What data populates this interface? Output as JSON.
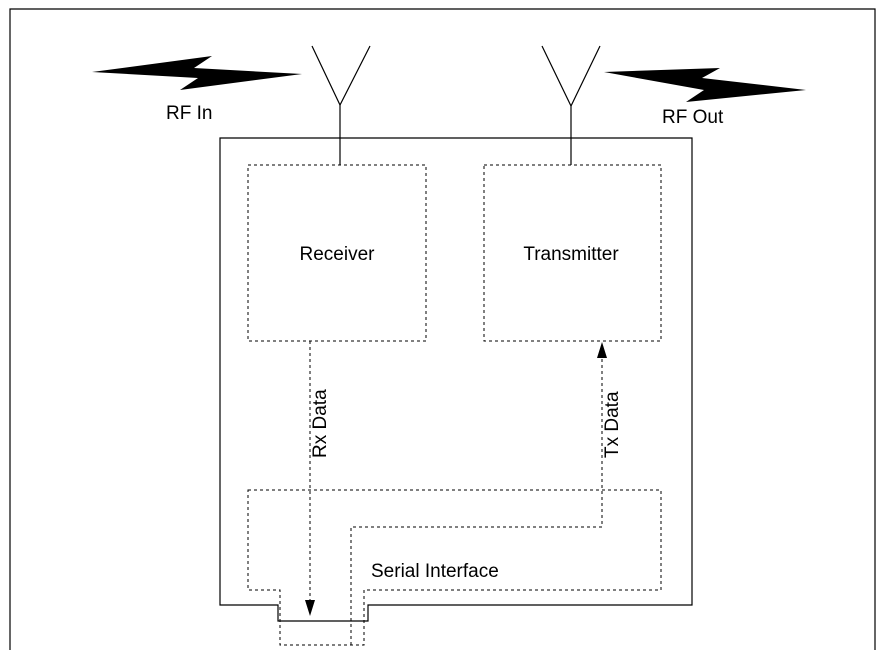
{
  "labels": {
    "rf_in": "RF In",
    "rf_out": "RF Out",
    "receiver": "Receiver",
    "transmitter": "Transmitter",
    "rx_data": "Rx Data",
    "tx_data": "Tx Data",
    "serial_interface": "Serial Interface"
  },
  "colors": {
    "line": "#000000",
    "background": "#ffffff"
  }
}
